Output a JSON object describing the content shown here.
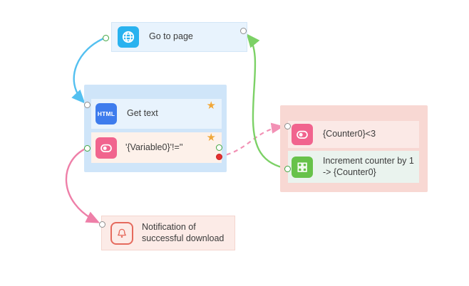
{
  "nodes": {
    "go_to_page": {
      "label": "Go to page"
    },
    "get_text": {
      "label": "Get text",
      "icon_label": "HTML"
    },
    "variable_check": {
      "label": "'{Variable0}'!=''"
    },
    "counter_check": {
      "label": "{Counter0}<3"
    },
    "increment_counter": {
      "label": "Increment counter by 1 -> {Counter0}"
    },
    "notification": {
      "label": "Notification of successful download"
    }
  },
  "icons": {
    "star": "★"
  },
  "colors": {
    "blue_arrow": "#54c0f0",
    "green_arrow": "#7cd166",
    "pink_arrow": "#ee7fa8",
    "pink_dashed_arrow": "#f291b5",
    "globe_icon_blue": "#29b2ef",
    "html_icon_blue": "#3e7ced",
    "toggle_icon_pink": "#f1648e",
    "grid_icon_green": "#67c24a",
    "bell_icon_red": "#e56a5d",
    "star_orange": "#f0a73a",
    "red_dot": "#e53030",
    "group_blue_bg": "#cfe5f9",
    "group_pink_bg": "#f8d8d3"
  }
}
